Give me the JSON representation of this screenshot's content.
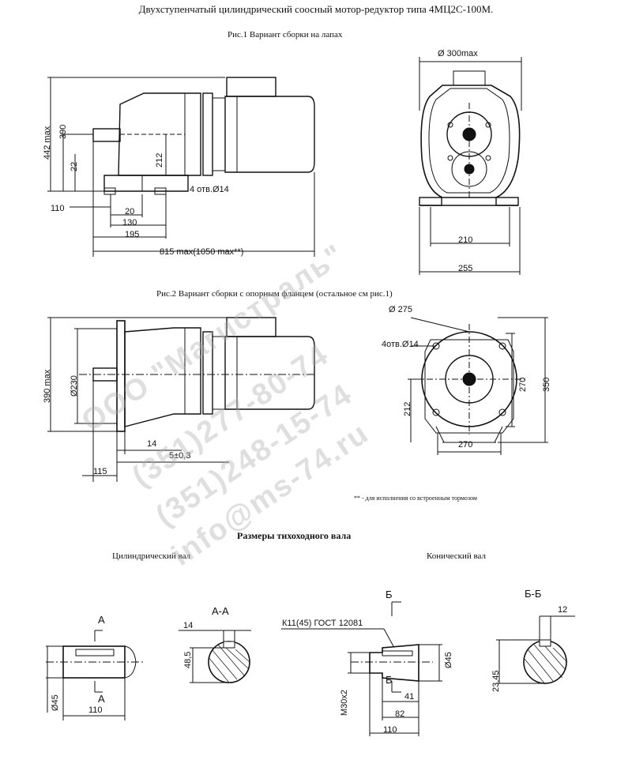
{
  "title": "Двухступенчатый цилиндрический соосный мотор-редуктор типа 4МЦ2С-100М.",
  "fig1": {
    "caption": "Рис.1 Вариант сборки на лапах",
    "dims": {
      "h442": "442 max",
      "h390": "390",
      "h22": "22",
      "h212": "212",
      "holes": "4 отв.Ø14",
      "d110": "110",
      "d20": "20",
      "d130": "130",
      "d195": "195",
      "d815": "815 max(1050 max**)",
      "dia300": "Ø 300max",
      "d210": "210",
      "d255": "255"
    }
  },
  "fig2": {
    "caption": "Рис.2 Вариант сборки с опорным фланцем (остальное см рис.1)",
    "dims": {
      "h390": "390 max",
      "dia230": "Ø230",
      "d14": "14",
      "d5": "5±0,3",
      "d115": "115",
      "dia275": "Ø 275",
      "holes": "4отв.Ø14",
      "h270": "270",
      "h350": "350",
      "h212": "212",
      "w270": "270"
    }
  },
  "footnote": "** - для исполнения со встроенным тормозом",
  "shaft": {
    "heading": "Размеры тихоходного вала",
    "cyl": {
      "title": "Цилиндрический вал",
      "secA": "А",
      "secA2": "А",
      "secAA": "А-А",
      "d14": "14",
      "d48": "48,5",
      "dia45": "Ø45",
      "d110": "110"
    },
    "con": {
      "title": "Конический вал",
      "secB": "Б",
      "secB2": "Б",
      "secBB": "Б-Б",
      "tol": "К11(45) ГОСТ 12081",
      "dia45": "Ø45",
      "m30": "M30x2",
      "d41": "41",
      "d82": "82",
      "d110": "110",
      "d12": "12",
      "d2345": "23,45"
    }
  },
  "watermark": {
    "line1": "ООО \"Магистраль\"",
    "line2": "(351)277-80-74",
    "line3": "(351)248-15-74",
    "line4": "info@ms-74.ru"
  }
}
